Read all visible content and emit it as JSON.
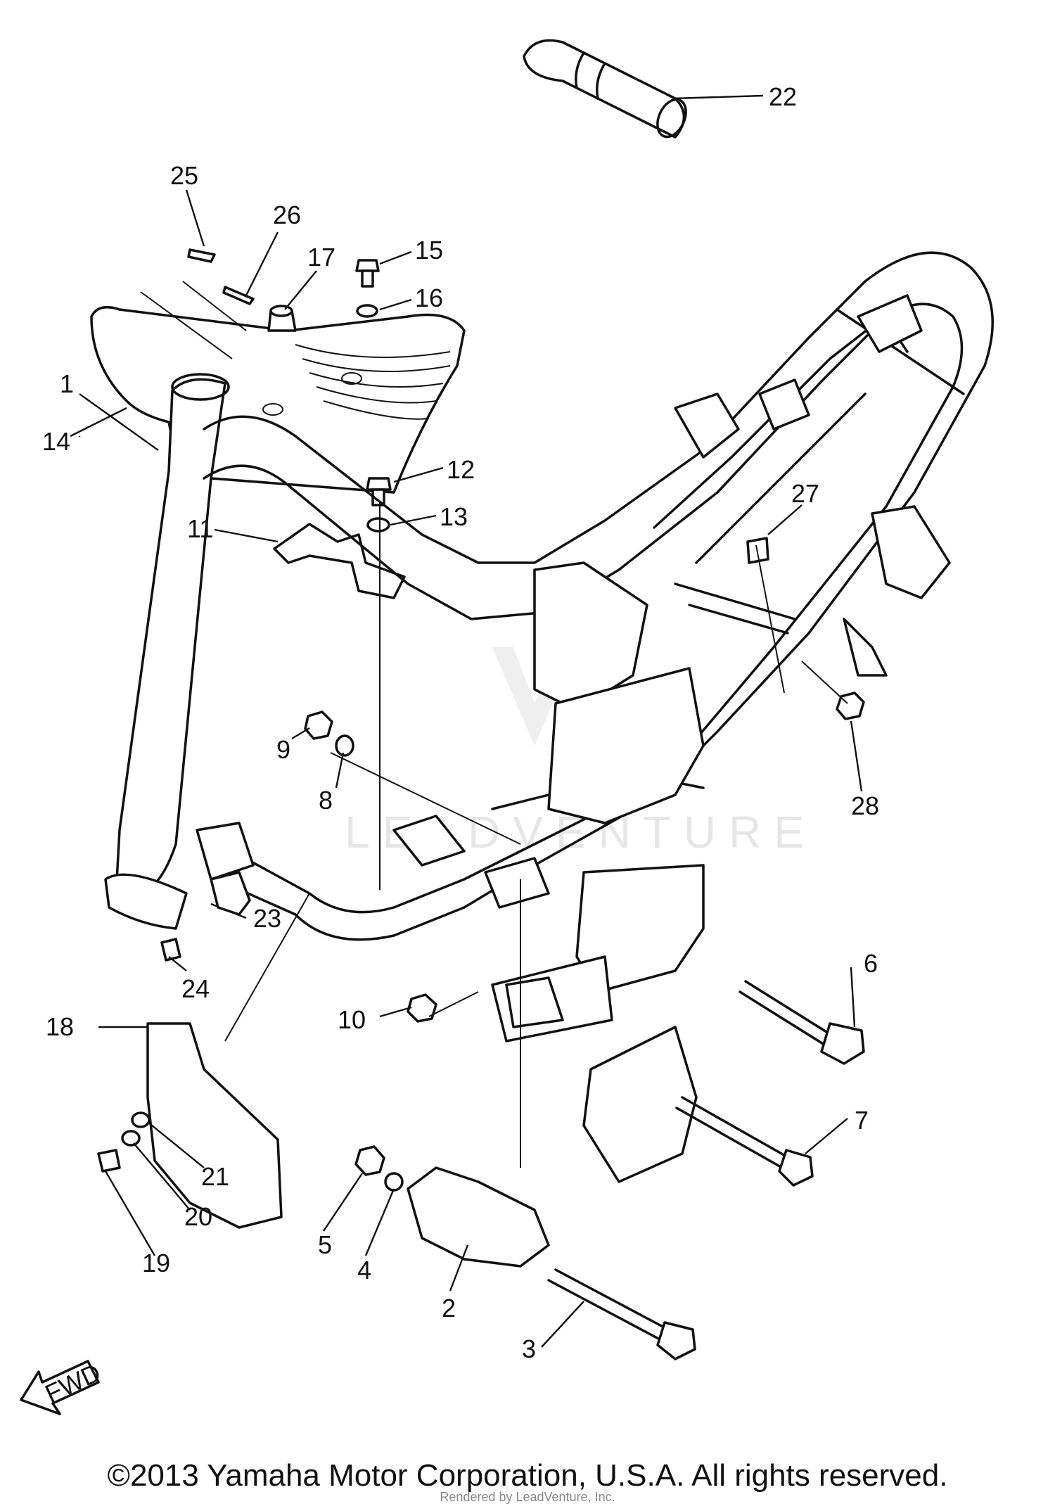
{
  "diagram": {
    "callouts": [
      "1",
      "2",
      "3",
      "4",
      "5",
      "6",
      "7",
      "8",
      "9",
      "10",
      "11",
      "12",
      "13",
      "14",
      "15",
      "16",
      "17",
      "18",
      "19",
      "20",
      "21",
      "22",
      "23",
      "24",
      "25",
      "26",
      "27",
      "28"
    ],
    "fwd_arrow_label": "FWD",
    "watermark_text": "LEADVENTURE"
  },
  "footer": {
    "copyright": "©2013 Yamaha Motor Corporation, U.S.A. All rights reserved.",
    "rendered_by": "Rendered by LeadVenture, Inc."
  }
}
